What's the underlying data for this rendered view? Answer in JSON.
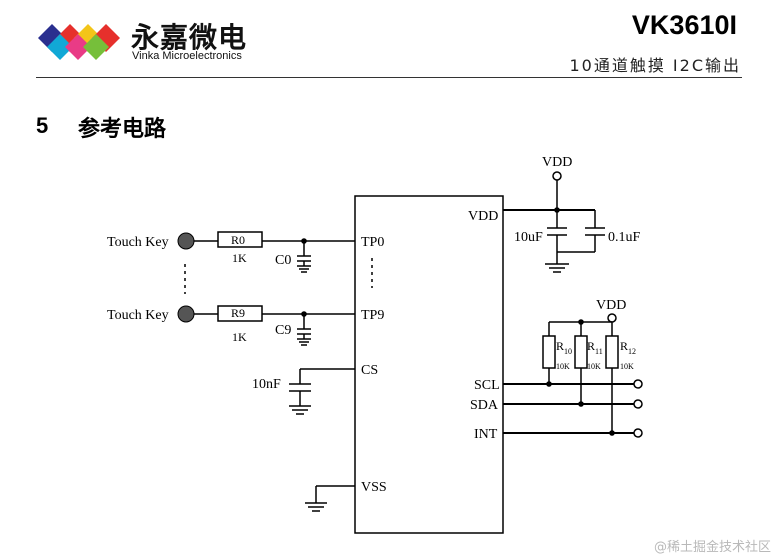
{
  "header": {
    "logo_cn": "永嘉微电",
    "logo_en": "Vinka Microelectronics",
    "part_number": "VK3610I",
    "subtitle": "10通道触摸 I2C输出"
  },
  "section": {
    "number": "5",
    "title": "参考电路"
  },
  "schematic": {
    "supply_top": "VDD",
    "supply_pullup": "VDD",
    "pins": {
      "tp0": "TP0",
      "tp9": "TP9",
      "cs": "CS",
      "vss": "VSS",
      "vdd": "VDD",
      "scl": "SCL",
      "sda": "SDA",
      "int": "INT"
    },
    "touch_key_1": "Touch Key",
    "touch_key_2": "Touch Key",
    "r0": "R0",
    "r0_value": "1K",
    "r9": "R9",
    "r9_value": "1K",
    "c0": "C0",
    "c9": "C9",
    "cs_cap": "10nF",
    "cap_10uf": "10uF",
    "cap_01uf": "0.1uF",
    "r10": "R",
    "r10_sub": "10",
    "r10_value": "10K",
    "r11": "R",
    "r11_sub": "11",
    "r11_value": "10K",
    "r12": "R",
    "r12_sub": "12",
    "r12_value": "10K"
  },
  "watermark": "@稀土掘金技术社区",
  "colors": {
    "line": "#000000",
    "watermark": "#b9b9b9"
  }
}
